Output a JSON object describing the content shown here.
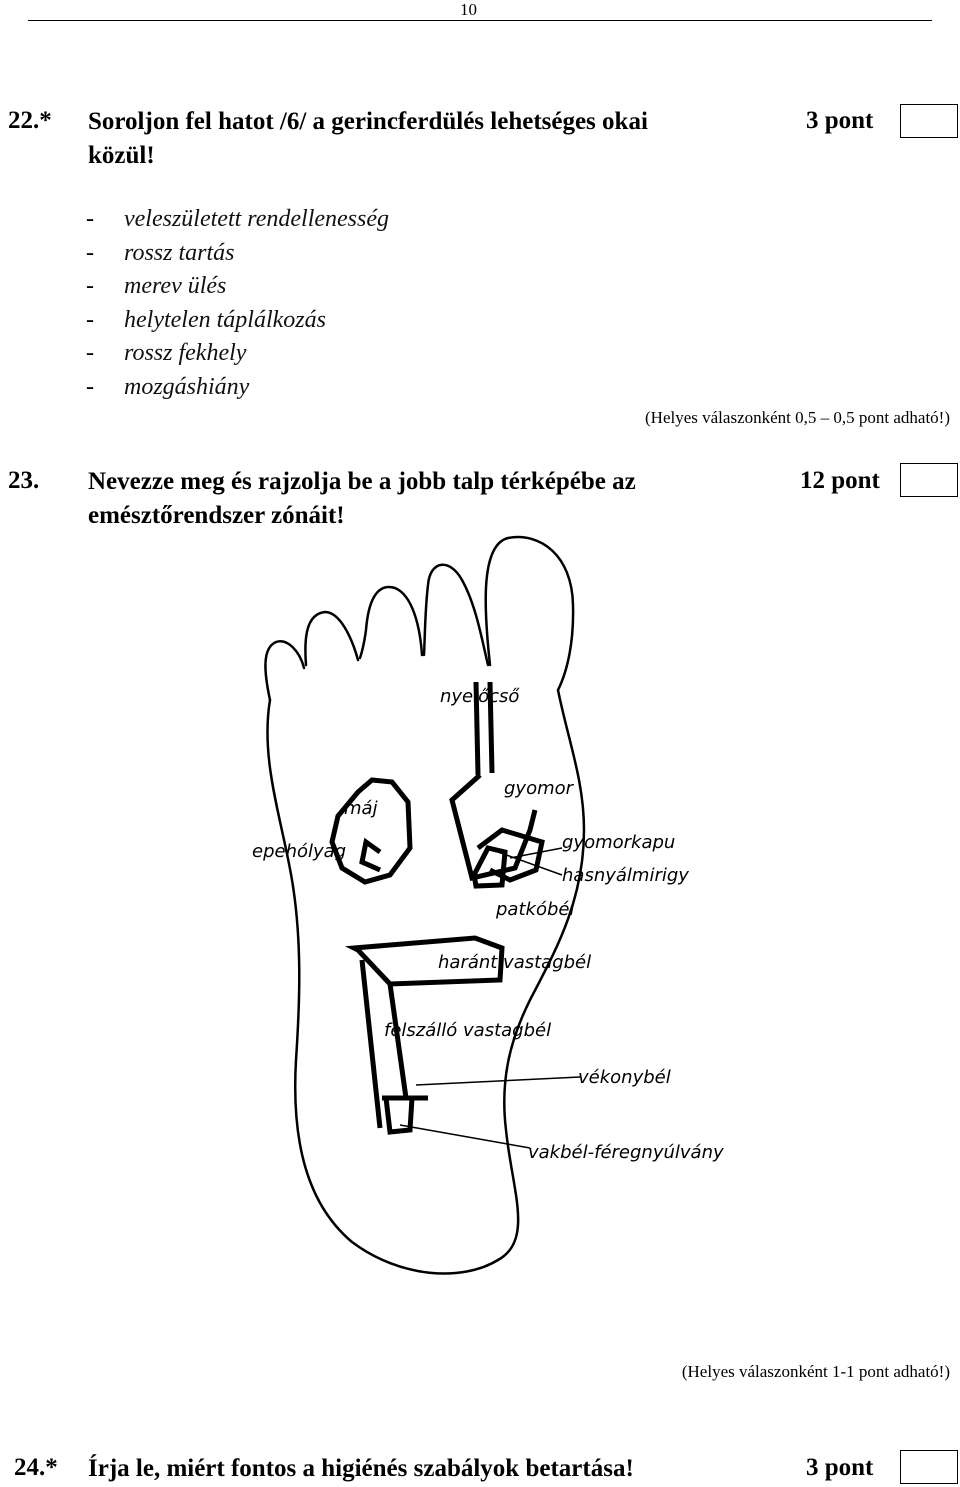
{
  "page_number": "10",
  "q22": {
    "number": "22.*",
    "line1": "Soroljon fel hatot /6/ a gerincferdülés lehetséges okai",
    "line2": "közül!",
    "points": "3 pont",
    "answers": [
      "veleszületett rendellenesség",
      "rossz tartás",
      "merev ülés",
      "helytelen táplálkozás",
      "rossz fekhely",
      "mozgáshiány"
    ],
    "answer_dash": "-",
    "note": "(Helyes válaszonként 0,5 – 0,5 pont adható!)"
  },
  "q23": {
    "number": "23.",
    "line1": "Nevezze meg és rajzolja be a jobb talp térképébe az",
    "line2": "emésztőrendszer zónáit!",
    "points": "12 pont",
    "labels": {
      "nyelocso": "nyelőcső",
      "gyomor": "gyomor",
      "maj": "máj",
      "epeholyag": "epehólyag",
      "gyomorkapu": "gyomorkapu",
      "hasnyalmirigy": "hasnyálmirigy",
      "patkobel": "patkóbél",
      "harant": "haránt vastagbél",
      "felszallo": "felszálló vastagbél",
      "vekonybel": "vékonybél",
      "vakbel": "vakbél-féregnyúlvány"
    },
    "note": "(Helyes válaszonként 1-1  pont adható!)"
  },
  "q24": {
    "number": "24.*",
    "text": "Írja le, miért fontos a higiénés szabályok betartása!",
    "points": "3 pont"
  }
}
